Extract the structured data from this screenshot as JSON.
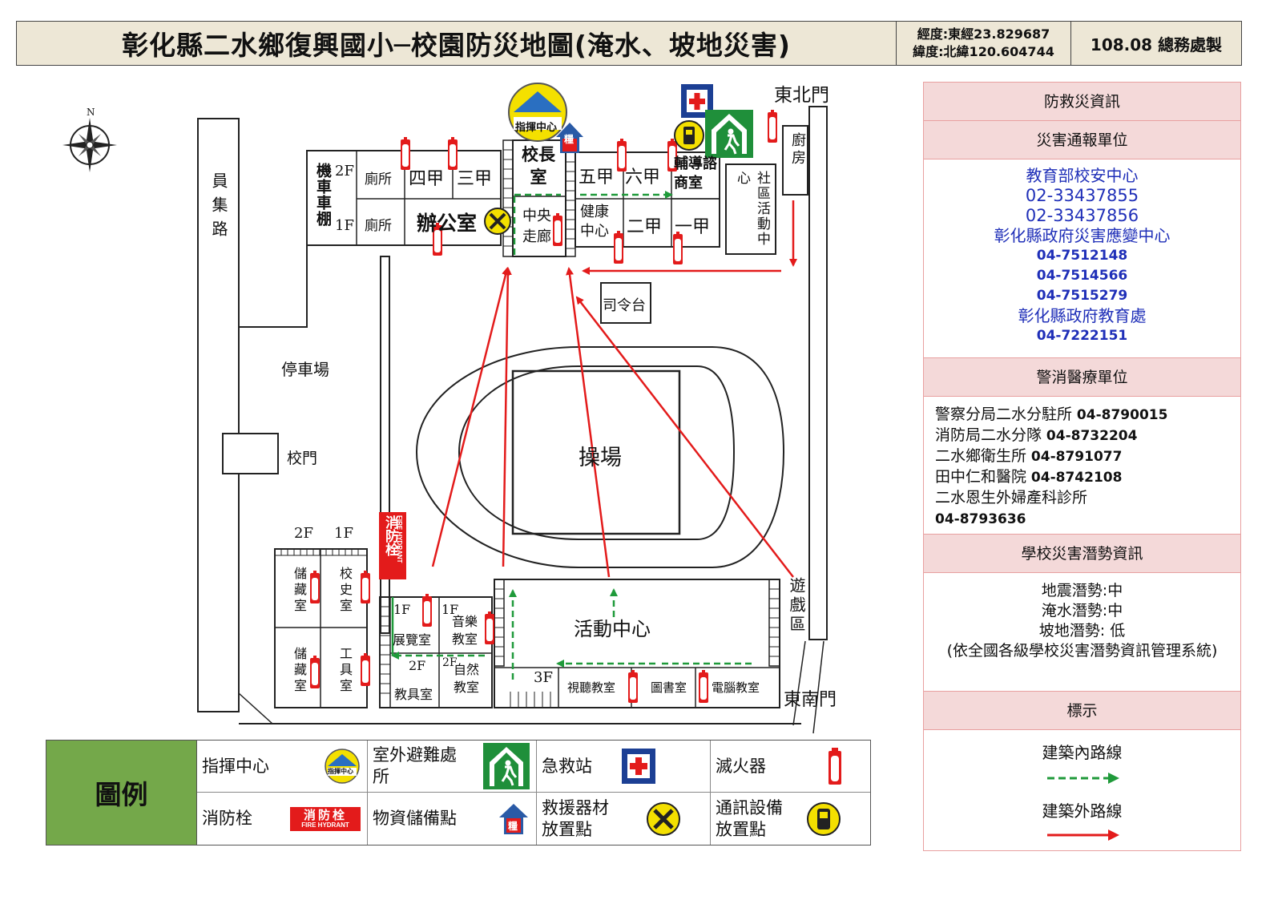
{
  "header": {
    "title": "彰化縣二水鄉復興國小─校園防災地圖(淹水、坡地災害)",
    "longitude": "經度:東經23.829687",
    "latitude": "緯度:北緯120.604744",
    "maker": "108.08 總務處製"
  },
  "map": {
    "compass_north": "N",
    "road": "員集路",
    "parking": "停車場",
    "school_gate": "校門",
    "northeast_gate": "東北門",
    "southeast_gate": "東南門",
    "kitchen": "廚房",
    "scooter_shed": "機車車棚",
    "floor_2f": "2F",
    "floor_1f": "1F",
    "floor_3f": "3F",
    "toilet": "廁所",
    "class_4": "四甲",
    "class_3": "三甲",
    "class_5": "五甲",
    "class_6": "六甲",
    "class_2": "二甲",
    "class_1": "一甲",
    "principal": "校長室",
    "office": "辦公室",
    "central_corridor": "中央走廊",
    "health_center": "健康中心",
    "counseling": "輔導諮商室",
    "community_center": "社區活動中心",
    "stage": "司令台",
    "playground": "操場",
    "activity_center": "活動中心",
    "play_area": "遊戲區",
    "storage": "儲藏室",
    "history_room": "校史室",
    "tool_room": "工具室",
    "exhibition": "展覽室",
    "music": "音樂教室",
    "teaching_aids": "教具室",
    "nature": "自然教室",
    "av_room": "視聽教室",
    "library": "圖書室",
    "computer": "電腦教室",
    "hydrant_cn": "消防栓",
    "hydrant_en": "FIRE HYDRANT",
    "command_icon_text": "指揮中心",
    "supply_icon_text": "糧"
  },
  "panel": {
    "title": "防救災資訊",
    "report_title": "災害通報單位",
    "report_items": [
      {
        "text": "教育部校安中心",
        "style": "label"
      },
      {
        "text": "02-33437855",
        "style": "big"
      },
      {
        "text": "02-33437856",
        "style": "big"
      },
      {
        "text": "彰化縣政府災害應變中心",
        "style": "label"
      },
      {
        "text": "04-7512148",
        "style": "num"
      },
      {
        "text": "04-7514566",
        "style": "num"
      },
      {
        "text": "04-7515279",
        "style": "num"
      },
      {
        "text": "彰化縣政府教育處",
        "style": "label"
      },
      {
        "text": "04-7222151",
        "style": "num"
      }
    ],
    "medical_title": "警消醫療單位",
    "medical_items": [
      {
        "name": "警察分局二水分駐所",
        "phone": "04-8790015"
      },
      {
        "name": "消防局二水分隊",
        "phone": "04-8732204"
      },
      {
        "name": "二水鄉衛生所",
        "phone": "04-8791077"
      },
      {
        "name": "田中仁和醫院",
        "phone": "04-8742108"
      },
      {
        "name": "二水恩生外婦產科診所",
        "phone": ""
      },
      {
        "name": "",
        "phone": "04-8793636"
      }
    ],
    "potential_title": "學校災害潛勢資訊",
    "potential_items": [
      "地震潛勢:中",
      "淹水潛勢:中",
      "坡地潛勢: 低",
      "(依全國各級學校災害潛勢資訊管理系統)"
    ],
    "marker_title": "標示",
    "indoor_route": "建築內路線",
    "outdoor_route": "建築外路線"
  },
  "legend": {
    "title": "圖例",
    "items": [
      "指揮中心",
      "室外避難處所",
      "急救站",
      "滅火器",
      "消防栓",
      "物資儲備點",
      "救援器材放置點",
      "通訊設備放置點"
    ],
    "hydrant_cn": "消防栓",
    "hydrant_en": "FIRE HYDRANT",
    "command_icon_text": "指揮中心",
    "supply_icon_text": "糧"
  },
  "colors": {
    "route_outdoor": "#e31b1b",
    "route_indoor": "#1f9a3a",
    "text_blue": "#1f2fb8",
    "legend_green": "#74a84a",
    "panel_pink": "#f4d9d9",
    "header_beige": "#ede7d6"
  }
}
